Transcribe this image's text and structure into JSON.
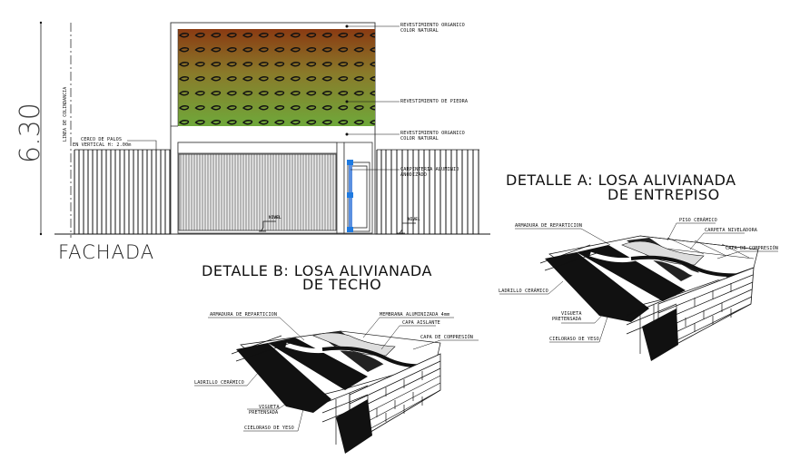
{
  "fachada": {
    "title": "FACHADA",
    "dimension": "6.30",
    "boundary_label": "LINEA DE COLINDANCIA",
    "fence_note_line1": "CERCO DE PALOS",
    "fence_note_line2": "EN VERTICAL H: 2.00m",
    "labels": {
      "top_line1": "REVESTIMIENTO ORGANICO",
      "top_line2": "COLOR NATURAL",
      "stone": "REVESTIMIENTO DE PIEDRA",
      "mid_line1": "REVESTIMIENTO ORGANICO",
      "mid_line2": "COLOR NATURAL",
      "carpentry_line1": "CARPINTERIA ALUMINIO",
      "carpentry_line2": "ANODIZADO"
    },
    "level_marks": [
      "NIVEL",
      "NIVEL"
    ],
    "colors": {
      "stone_top": "#8a3a12",
      "stone_bottom": "#6fa83a",
      "door_accent": "#1f7ae0"
    }
  },
  "detalle_a": {
    "title_line1": "DETALLE A: LOSA ALIVIANADA",
    "title_line2": "DE ENTREPISO",
    "labels": {
      "armadura": "ARMADURA DE REPARTICION",
      "piso": "PISO CERÁMICO",
      "carpeta": "CARPETA NIVELADORA",
      "compresion": "CAPA DE COMPRESIÓN",
      "ladrillo": "LADRILLO CERÁMICO",
      "vigueta_line1": "VIGUETA",
      "vigueta_line2": "PRETENSADA",
      "cielorraso": "CIELORASO DE YESO"
    }
  },
  "detalle_b": {
    "title_line1": "DETALLE B: LOSA ALIVIANADA",
    "title_line2": "DE TECHO",
    "labels": {
      "armadura": "ARMADURA DE REPARTICION",
      "membrana": "MEMBRANA ALUMINIZADA 4mm",
      "aislante": "CAPA AISLANTE",
      "compresion": "CAPA DE COMPRESIÓN",
      "ladrillo": "LADRILLO CERÁMICO",
      "vigueta_line1": "VIGUETA",
      "vigueta_line2": "PRETENSADA",
      "cielorraso": "CIELORASO DE YESO"
    }
  }
}
